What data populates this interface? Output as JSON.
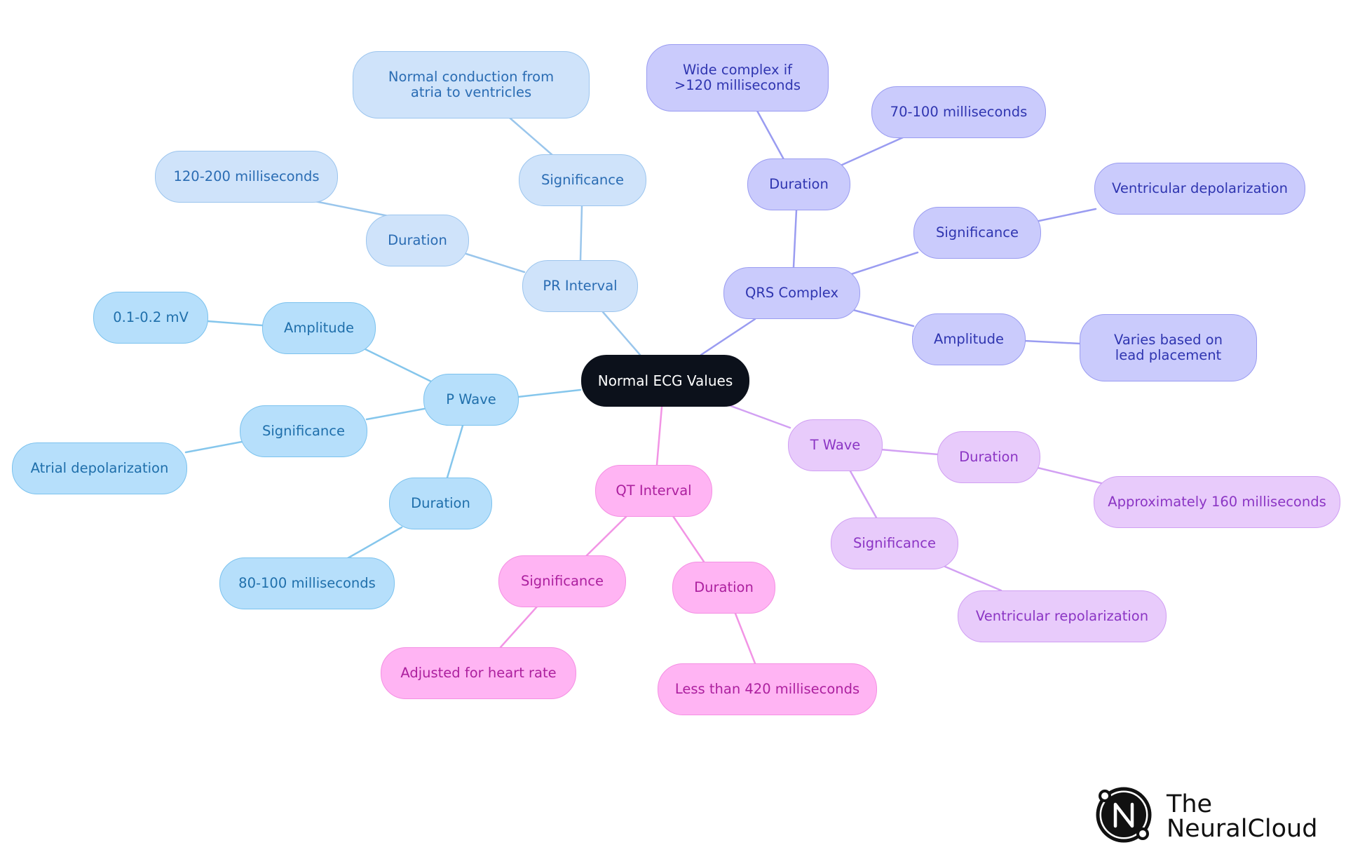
{
  "diagram": {
    "root": {
      "label": "Normal ECG Values"
    },
    "branches": {
      "p_wave": {
        "label": "P Wave",
        "amplitude": "Amplitude",
        "amplitude_value": "0.1-0.2 mV",
        "significance": "Significance",
        "significance_value": "Atrial depolarization",
        "duration": "Duration",
        "duration_value": "80-100 milliseconds"
      },
      "pr_interval": {
        "label": "PR Interval",
        "significance": "Significance",
        "significance_value": "Normal conduction from atria to ventricles",
        "duration": "Duration",
        "duration_value": "120-200 milliseconds"
      },
      "qrs_complex": {
        "label": "QRS Complex",
        "duration": "Duration",
        "duration_value": "70-100 milliseconds",
        "duration_note": "Wide complex if >120 milliseconds",
        "significance": "Significance",
        "significance_value": "Ventricular depolarization",
        "amplitude": "Amplitude",
        "amplitude_value": "Varies based on lead placement"
      },
      "qt_interval": {
        "label": "QT Interval",
        "significance": "Significance",
        "significance_value": "Adjusted for heart rate",
        "duration": "Duration",
        "duration_value": "Less than 420 milliseconds"
      },
      "t_wave": {
        "label": "T Wave",
        "duration": "Duration",
        "duration_value": "Approximately 160 milliseconds",
        "significance": "Significance",
        "significance_value": "Ventricular repolarization"
      }
    },
    "colors": {
      "root": "#0c111b",
      "p_wave": "#b6dffb",
      "pr_interval": "#cfe3fa",
      "qrs_complex": "#cacbfc",
      "qt_interval": "#ffb4f3",
      "t_wave": "#e8cbfb"
    }
  },
  "logo": {
    "line1": "The",
    "line2": "NeuralCloud",
    "mark_letter": "N",
    "icon": "neuralcloud-logo-icon"
  }
}
